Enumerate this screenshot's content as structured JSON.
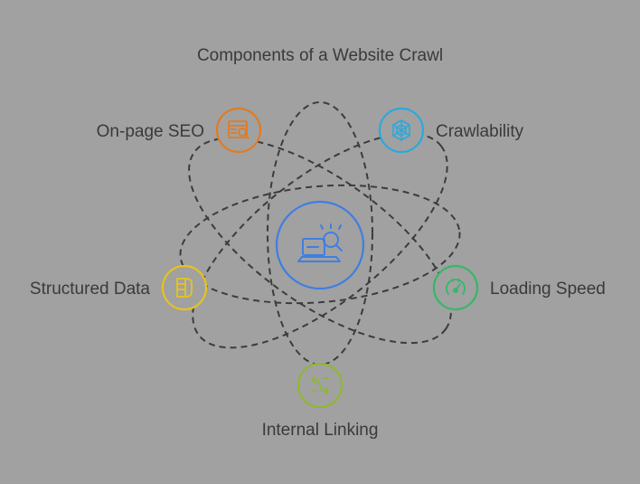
{
  "title": "Components of a Website Crawl",
  "center": {
    "icon": "laptop-search-icon",
    "color": "#3f7fe0"
  },
  "nodes": [
    {
      "id": "on-page-seo",
      "label": "On-page SEO",
      "icon": "browser-search-icon",
      "color": "#e07b25"
    },
    {
      "id": "crawlability",
      "label": "Crawlability",
      "icon": "spider-web-icon",
      "color": "#2aa9df"
    },
    {
      "id": "loading-speed",
      "label": "Loading Speed",
      "icon": "speed-gauge-icon",
      "color": "#33b86a"
    },
    {
      "id": "internal-linking",
      "label": "Internal Linking",
      "icon": "link-arrows-icon",
      "color": "#8fb733"
    },
    {
      "id": "structured-data",
      "label": "Structured Data",
      "icon": "database-icon",
      "color": "#e6c31c"
    }
  ]
}
